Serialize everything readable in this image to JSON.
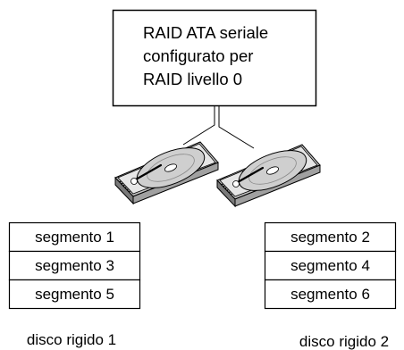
{
  "controller": {
    "lines": [
      "RAID ATA seriale",
      "configurato per",
      "RAID livello 0"
    ]
  },
  "disks": [
    {
      "caption": "disco rigido 1",
      "segments": [
        "segmento 1",
        "segmento 3",
        "segmento 5"
      ]
    },
    {
      "caption": "disco rigido 2",
      "segments": [
        "segmento 2",
        "segmento 4",
        "segmento 6"
      ]
    }
  ],
  "colors": {
    "line": "#000000",
    "background": "#ffffff",
    "drive_body": "#e6e6e6",
    "drive_platter": "#cfcfcf",
    "drive_edge": "#a8a8a8"
  },
  "icons": [
    "hard-drive-icon"
  ]
}
